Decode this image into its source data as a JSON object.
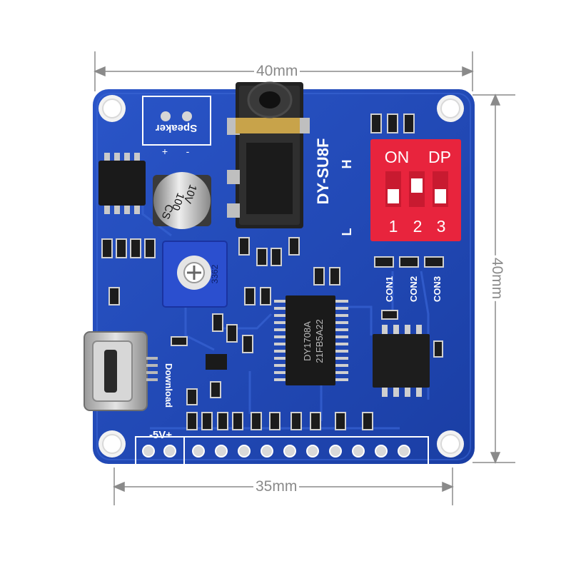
{
  "dimensions": {
    "top": "40mm",
    "right": "40mm",
    "bottom": "35mm"
  },
  "board": {
    "model": "DY-SU8F",
    "speaker_label": "Speaker",
    "plus_sign": "+",
    "minus_sign": "-",
    "h_label": "H",
    "l_label": "L",
    "capacitor_line1": "100",
    "capacitor_line2": "10V",
    "capacitor_line3": "CS",
    "pot_label": "3362",
    "main_chip_line1": "DY1708A",
    "main_chip_line2": "21FB5A22",
    "download_label": "Download",
    "power_label": "-5V+",
    "con_labels": [
      "CON1",
      "CON2",
      "CON3"
    ],
    "dip": {
      "on_label": "ON",
      "dp_label": "DP",
      "numbers": [
        "1",
        "2",
        "3"
      ]
    }
  },
  "colors": {
    "pcb": "#1f47b5",
    "dip": "#e8243d",
    "dimension": "#8a8a8a"
  }
}
